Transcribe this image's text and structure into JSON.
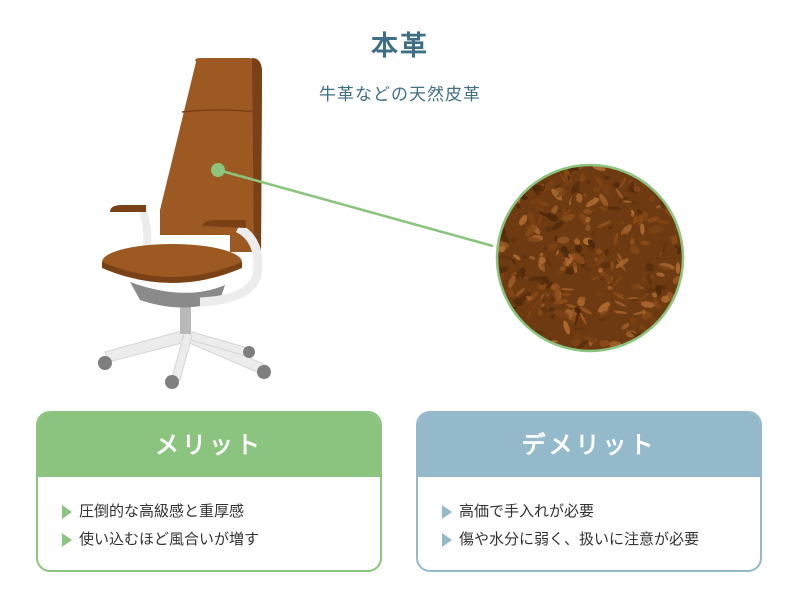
{
  "title": "本革",
  "subtitle": "牛革などの天然皮革",
  "colors": {
    "title": "#3f6f84",
    "leather": "#9c5a22",
    "leather_dark": "#7a4116",
    "frame": "#ececec",
    "callout_line": "#8bc47e",
    "merit": "#8bc47e",
    "demerit": "#93b9cb"
  },
  "merit": {
    "heading": "メリット",
    "items": [
      "圧倒的な高級感と重厚感",
      "使い込むほど風合いが増す"
    ]
  },
  "demerit": {
    "heading": "デメリット",
    "items": [
      "高価で手入れが必要",
      "傷や水分に弱く、扱いに注意が必要"
    ]
  }
}
